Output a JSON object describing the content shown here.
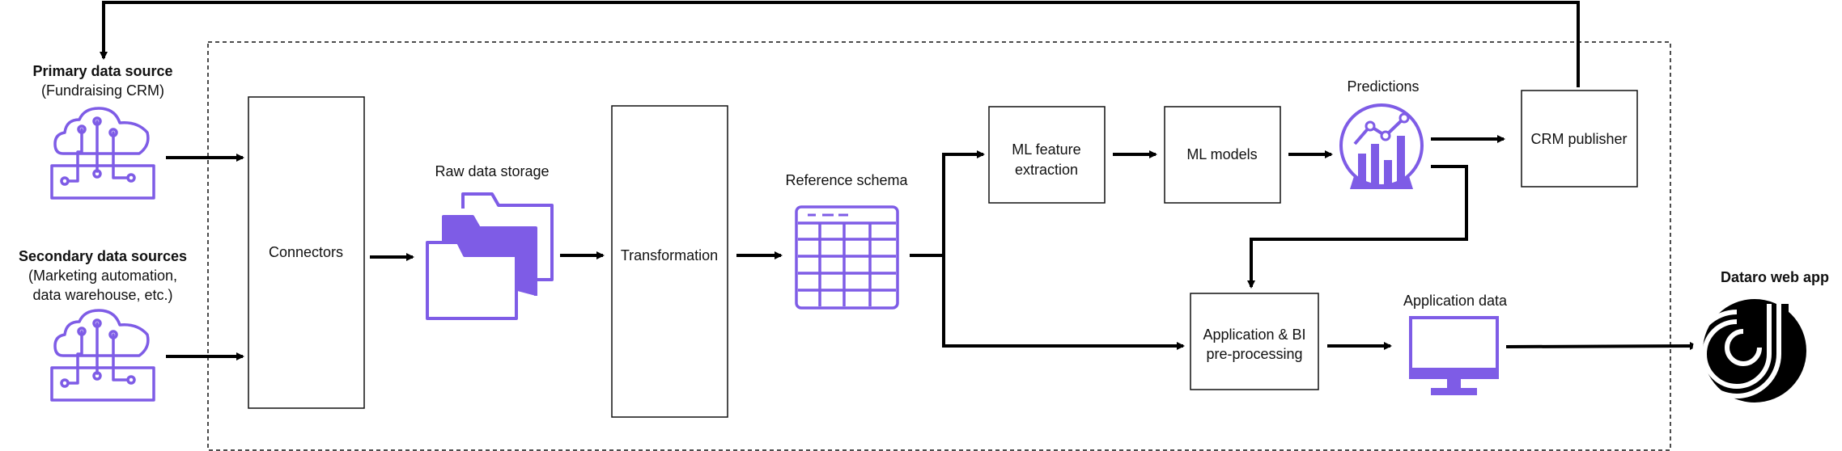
{
  "sources": {
    "primary": {
      "title": "Primary data source",
      "subtitle": "(Fundraising CRM)"
    },
    "secondary": {
      "title": "Secondary data sources",
      "subtitle_line1": "(Marketing automation,",
      "subtitle_line2": "data warehouse, etc.)"
    }
  },
  "nodes": {
    "connectors": "Connectors",
    "raw_storage": "Raw data storage",
    "transformation": "Transformation",
    "reference_schema": "Reference schema",
    "ml_feature_line1": "ML feature",
    "ml_feature_line2": "extraction",
    "ml_models": "ML models",
    "predictions": "Predictions",
    "crm_publisher": "CRM publisher",
    "app_bi_line1": "Application & BI",
    "app_bi_line2": "pre-processing",
    "application_data": "Application data",
    "web_app": "Dataro web app"
  },
  "icons": {
    "primary_source": "cloud-server-icon",
    "secondary_source": "cloud-server-icon",
    "raw_storage": "folders-icon",
    "reference_schema": "table-icon",
    "predictions": "crystal-ball-chart-icon",
    "application_data": "monitor-icon",
    "web_app": "dataro-logo-icon"
  },
  "colors": {
    "accent": "#7e5ce6",
    "line": "#000000",
    "box_border": "#111111"
  }
}
